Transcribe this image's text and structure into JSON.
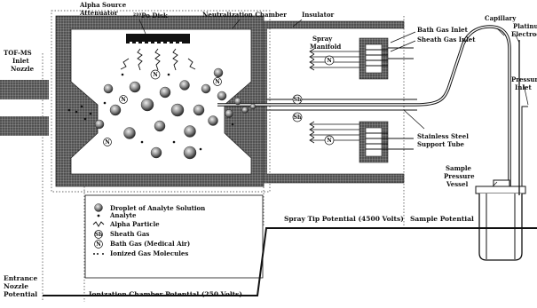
{
  "labels": {
    "alpha_source": "Alpha Source",
    "attenuator": "Attenuator",
    "po_disk": "²¹⁰Po Disk",
    "neutralization_chamber": "Neutralization Chamber",
    "insulator": "Insulator",
    "capillary": "Capillary",
    "platinum": "Platinum",
    "electrode": "Electrod",
    "tof_ms": "TOF-MS",
    "inlet": "Inlet",
    "nozzle": "Nozzle",
    "spray": "Spray",
    "manifold": "Manifold",
    "bath_gas_inlet": "Bath Gas Inlet",
    "sheath_gas_inlet": "Sheath Gas Inlet",
    "pressure": "Pressure",
    "pressure_inlet": "Inlet",
    "stainless_steel": "Stainless Steel",
    "support_tube": "Support Tube",
    "sample": "Sample",
    "sample_pressure": "Pressure",
    "sample_vessel": "Vessel"
  },
  "legend": {
    "droplet": "Droplet of Analyte Solution",
    "analyte": "Analyte",
    "alpha_particle": "Alpha Particle",
    "sheath_gas": "Sheath Gas",
    "bath_gas": "Bath Gas (Medical Air)",
    "ionized": "Ionized Gas Molecules"
  },
  "potentials": {
    "spray_tip": "Spray Tip Potential (4500 Volts)",
    "sample": "Sample Potential",
    "entrance_1": "Entrance",
    "entrance_2": "Nozzle",
    "entrance_3": "Potential",
    "ionization": "Ionization Chamber Potential (250 Volts)"
  },
  "symbols": {
    "sheath": "Sh",
    "bath": "N"
  }
}
